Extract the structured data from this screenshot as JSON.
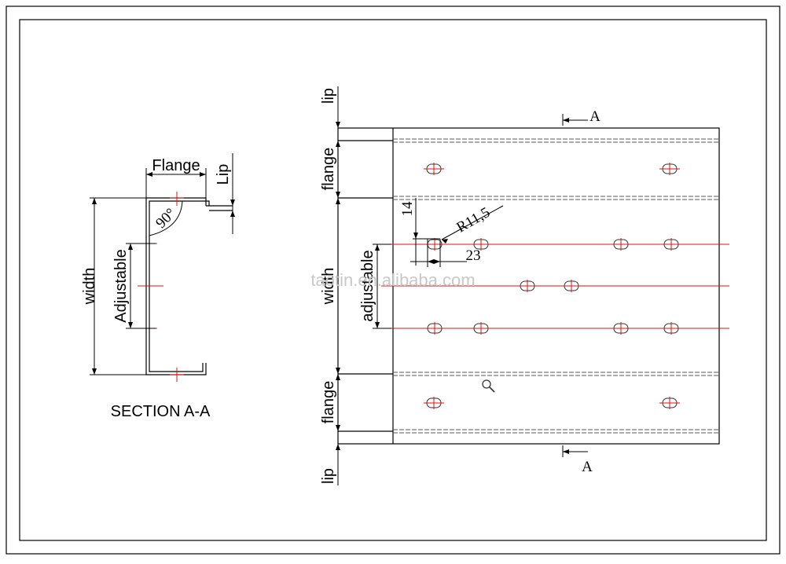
{
  "section": {
    "title": "SECTION A-A",
    "labels": {
      "flange": "Flange",
      "lip": "Lip",
      "angle": "90°",
      "adjustable": "Adjustable",
      "width": "width"
    }
  },
  "plan": {
    "labels": {
      "lip_top": "lip",
      "flange_top": "flange",
      "width": "width",
      "adjustable": "adjustable",
      "flange_bottom": "flange",
      "lip_bottom": "lip",
      "dim_14": "14",
      "dim_r": "R11,5",
      "dim_23": "23",
      "cut_top": "A",
      "cut_bottom": "A"
    },
    "watermark": "taotin.en.alibaba.com"
  },
  "icons": {
    "magnifier": "magnifier-icon"
  },
  "colors": {
    "line": "#000000",
    "centerline": "#e01010",
    "watermark": "#c8c8c8"
  }
}
